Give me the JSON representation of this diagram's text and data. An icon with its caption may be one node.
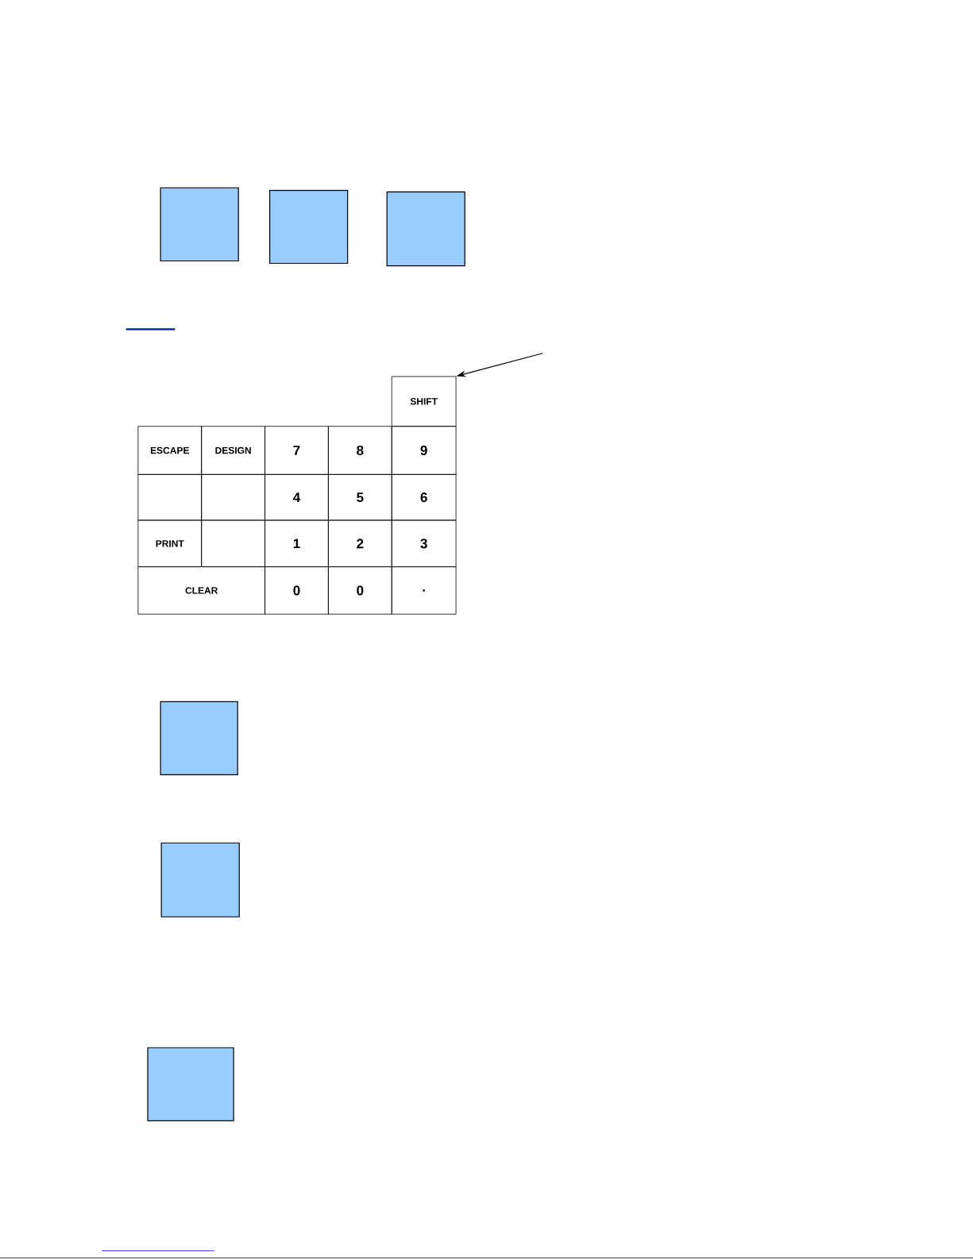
{
  "diagram": {
    "nodes": [
      {
        "text": [],
        "shape": "box"
      },
      {
        "text": [],
        "shape": "box"
      },
      {
        "text": [],
        "shape": "box"
      },
      {
        "text": [
          "SHIFT"
        ]
      },
      {
        "text": [
          "ESCAPE"
        ]
      },
      {
        "text": [
          "DESIGN"
        ]
      },
      {
        "text": [
          "7"
        ]
      },
      {
        "text": [
          "8"
        ]
      },
      {
        "text": [
          "9"
        ]
      },
      {
        "text": [],
        "shape": "box"
      },
      {
        "text": [],
        "shape": "box"
      },
      {
        "text": [
          "4"
        ]
      },
      {
        "text": [
          "5"
        ]
      },
      {
        "text": [
          "6"
        ]
      },
      {
        "text": [
          "PRINT"
        ]
      },
      {
        "text": [],
        "shape": "box"
      },
      {
        "text": [
          "1"
        ]
      },
      {
        "text": [
          "2"
        ]
      },
      {
        "text": [
          "3"
        ]
      },
      {
        "text": [
          "CLEAR"
        ]
      },
      {
        "text": [
          "0"
        ]
      },
      {
        "text": [
          "0"
        ]
      },
      {
        "text": [
          "."
        ]
      },
      {
        "text": [],
        "shape": "box"
      },
      {
        "text": [],
        "shape": "box"
      },
      {
        "text": [],
        "shape": "box"
      }
    ],
    "edges": [
      {
        "from": null,
        "to": 3,
        "arrow": "to"
      }
    ]
  }
}
